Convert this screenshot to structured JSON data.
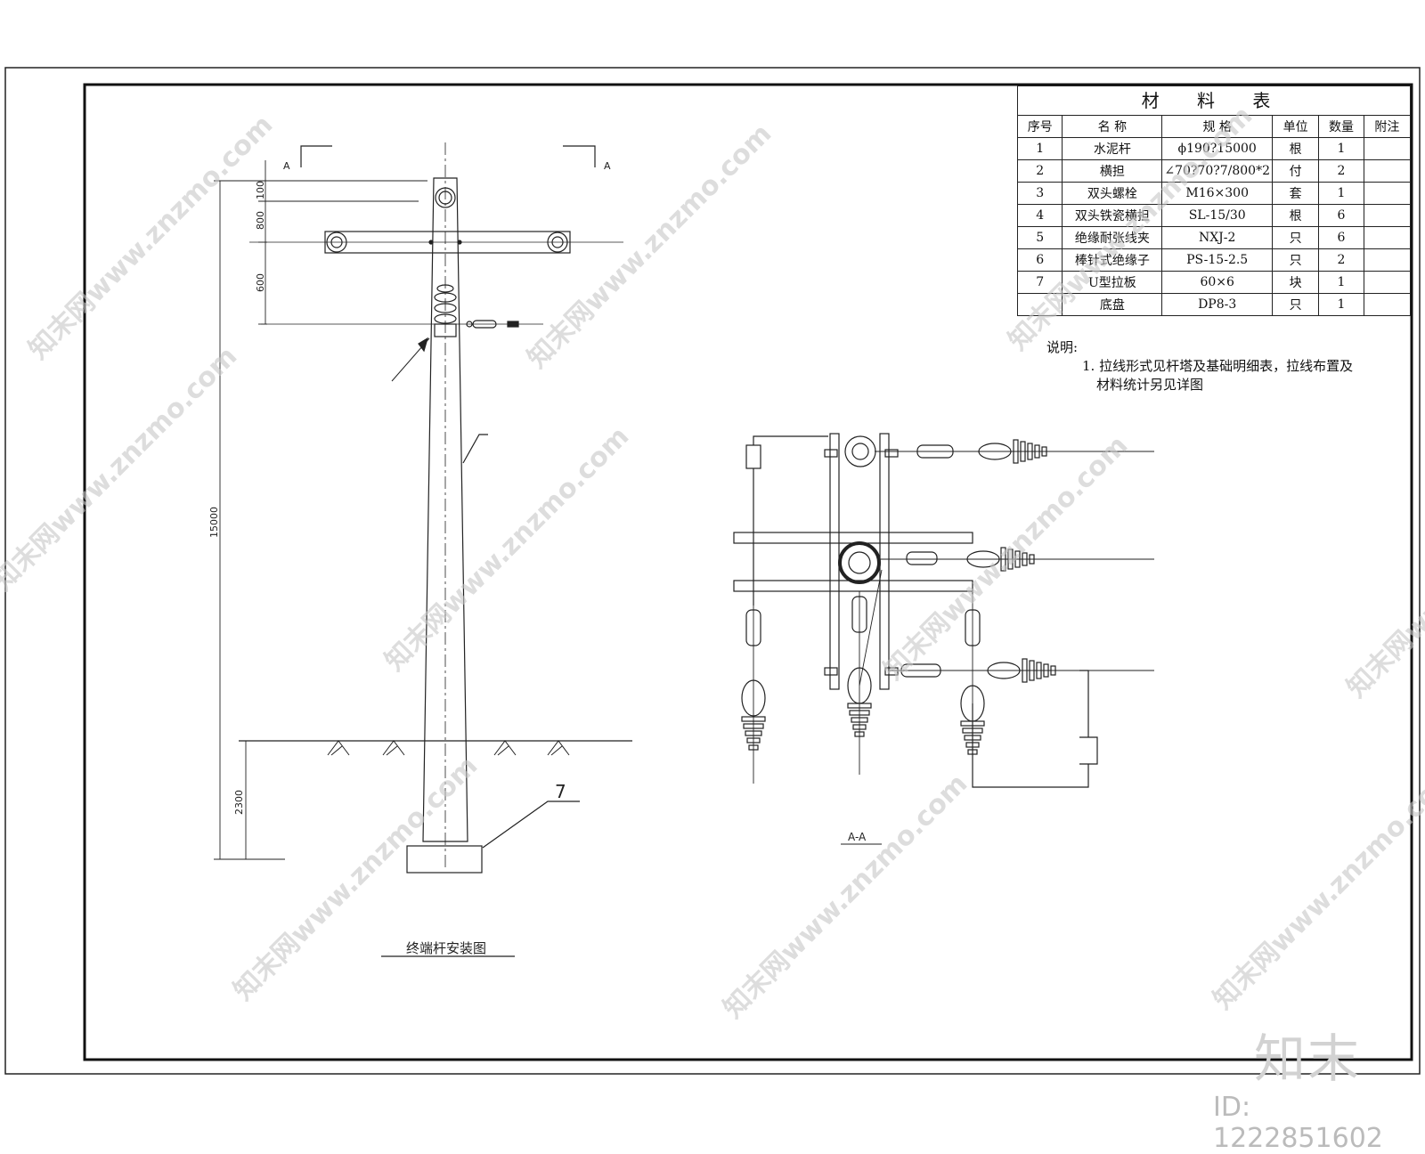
{
  "elevation_view": {
    "section_mark_left": "A",
    "section_mark_right": "A",
    "dimensions": [
      "100",
      "800",
      "600",
      "15000",
      "2300"
    ],
    "leader_number": "7",
    "title": "终端杆安装图"
  },
  "section_view": {
    "title": "A-A"
  },
  "materials_table": {
    "title": "材 料 表",
    "headers": [
      "序号",
      "名 称",
      "规 格",
      "单位",
      "数量",
      "附注"
    ],
    "rows": [
      [
        "1",
        "水泥杆",
        "ϕ190?15000",
        "根",
        "1",
        ""
      ],
      [
        "2",
        "横担",
        "∠70?70?7/800*2",
        "付",
        "2",
        ""
      ],
      [
        "3",
        "双头螺栓",
        "M16×300",
        "套",
        "1",
        ""
      ],
      [
        "4",
        "双头铁瓷横担",
        "SL-15/30",
        "根",
        "6",
        ""
      ],
      [
        "5",
        "绝缘耐张线夹",
        "NXJ-2",
        "只",
        "6",
        ""
      ],
      [
        "6",
        "棒针式绝缘子",
        "PS-15-2.5",
        "只",
        "2",
        ""
      ],
      [
        "7",
        "U型拉板",
        "60×6",
        "块",
        "1",
        ""
      ],
      [
        "",
        "底盘",
        "DP8-3",
        "只",
        "1",
        ""
      ]
    ]
  },
  "notes": {
    "heading": "说明:",
    "items": [
      "1. 拉线形式见杆塔及基础明细表，拉线布置及",
      "材料统计另见详图"
    ]
  },
  "watermark": {
    "text": "知末网www.znzmo.com",
    "logo": "知末",
    "id_label": "ID: 1222851602"
  }
}
